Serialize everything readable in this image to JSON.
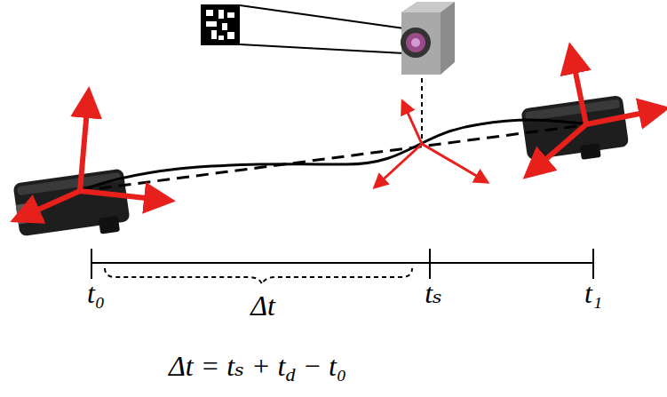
{
  "diagram": {
    "labels": [
      "t₀",
      "Δt",
      "tₛ",
      "t₁",
      "Δt = tₛ + t",
      "d",
      " − t₀"
    ]
  }
}
